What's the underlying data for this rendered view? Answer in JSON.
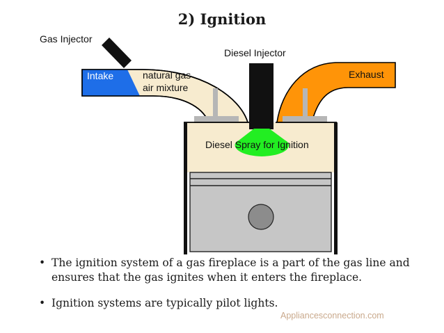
{
  "title": "2) Ignition",
  "diagram": {
    "labels": {
      "gas_injector": "Gas Injector",
      "diesel_injector": "Diesel Injector",
      "intake": "Intake",
      "mixture_line1": "natural gas",
      "mixture_line2": "air mixture",
      "exhaust": "Exhaust",
      "spray": "Diesel Spray for Ignition"
    },
    "colors": {
      "intake": "#1e6ee8",
      "mixture": "#f7ebcf",
      "exhaust": "#ff9408",
      "spray": "#22ee22",
      "injector": "#111111",
      "piston": "#c6c6c6",
      "valve": "#b6b6b6",
      "pin": "#8c8c8c"
    }
  },
  "bullets": [
    {
      "marker": "•",
      "text": "The ignition system of a gas fireplace is a part of the gas line and ensures that the gas ignites when it enters the fireplace."
    },
    {
      "marker": "•",
      "text": "Ignition systems are typically pilot lights."
    }
  ],
  "watermark": "Appliancesconnection.com"
}
